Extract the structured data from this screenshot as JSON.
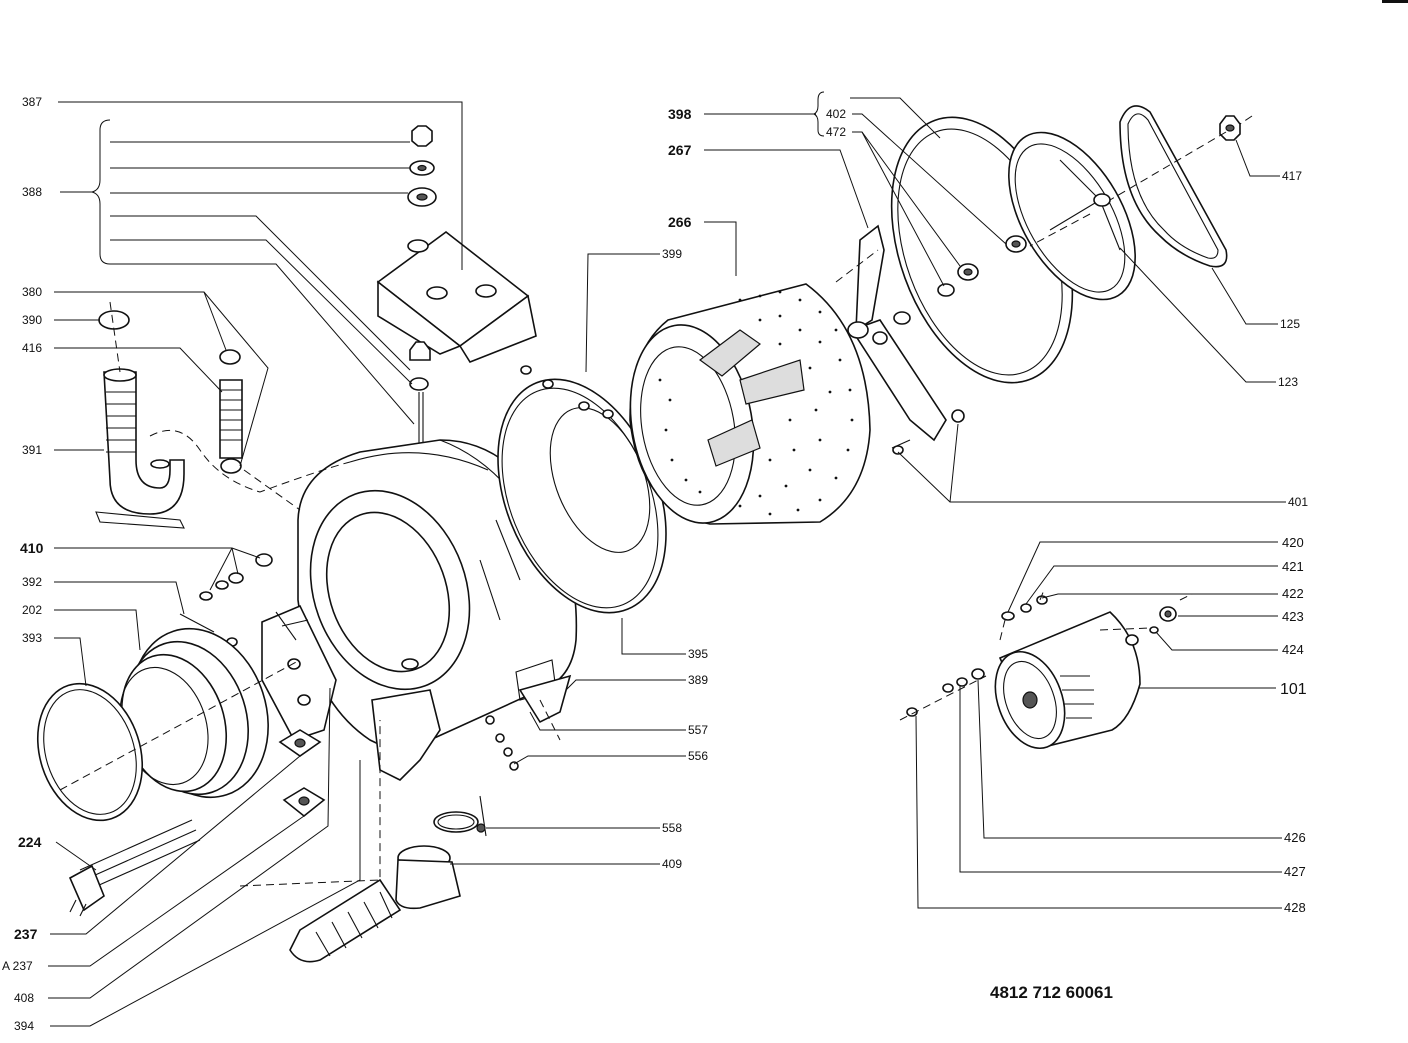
{
  "diagram": {
    "catalog_number": "4812 712 60061",
    "callouts": [
      {
        "id": "c387",
        "text": "387"
      },
      {
        "id": "c388",
        "text": "388"
      },
      {
        "id": "c380",
        "text": "380"
      },
      {
        "id": "c390",
        "text": "390"
      },
      {
        "id": "c416",
        "text": "416"
      },
      {
        "id": "c391",
        "text": "391"
      },
      {
        "id": "c410",
        "text": "410"
      },
      {
        "id": "c392",
        "text": "392"
      },
      {
        "id": "c202",
        "text": "202"
      },
      {
        "id": "c393",
        "text": "393"
      },
      {
        "id": "c224",
        "text": "224"
      },
      {
        "id": "c237",
        "text": "237"
      },
      {
        "id": "cA237",
        "text": "A 237"
      },
      {
        "id": "c408",
        "text": "408"
      },
      {
        "id": "c394",
        "text": "394"
      },
      {
        "id": "c398",
        "text": "398"
      },
      {
        "id": "c267",
        "text": "267"
      },
      {
        "id": "c266",
        "text": "266"
      },
      {
        "id": "c399",
        "text": "399"
      },
      {
        "id": "c402",
        "text": "402"
      },
      {
        "id": "c472",
        "text": "472"
      },
      {
        "id": "c417",
        "text": "417"
      },
      {
        "id": "c125",
        "text": "125"
      },
      {
        "id": "c123",
        "text": "123"
      },
      {
        "id": "c401",
        "text": "401"
      },
      {
        "id": "c420",
        "text": "420"
      },
      {
        "id": "c421",
        "text": "421"
      },
      {
        "id": "c422",
        "text": "422"
      },
      {
        "id": "c423",
        "text": "423"
      },
      {
        "id": "c424",
        "text": "424"
      },
      {
        "id": "c101",
        "text": "101"
      },
      {
        "id": "c395",
        "text": "395"
      },
      {
        "id": "c389",
        "text": "389"
      },
      {
        "id": "c557",
        "text": "557"
      },
      {
        "id": "c556",
        "text": "556"
      },
      {
        "id": "c558",
        "text": "558"
      },
      {
        "id": "c409",
        "text": "409"
      },
      {
        "id": "c426",
        "text": "426"
      },
      {
        "id": "c427",
        "text": "427"
      },
      {
        "id": "c428",
        "text": "428"
      }
    ]
  }
}
